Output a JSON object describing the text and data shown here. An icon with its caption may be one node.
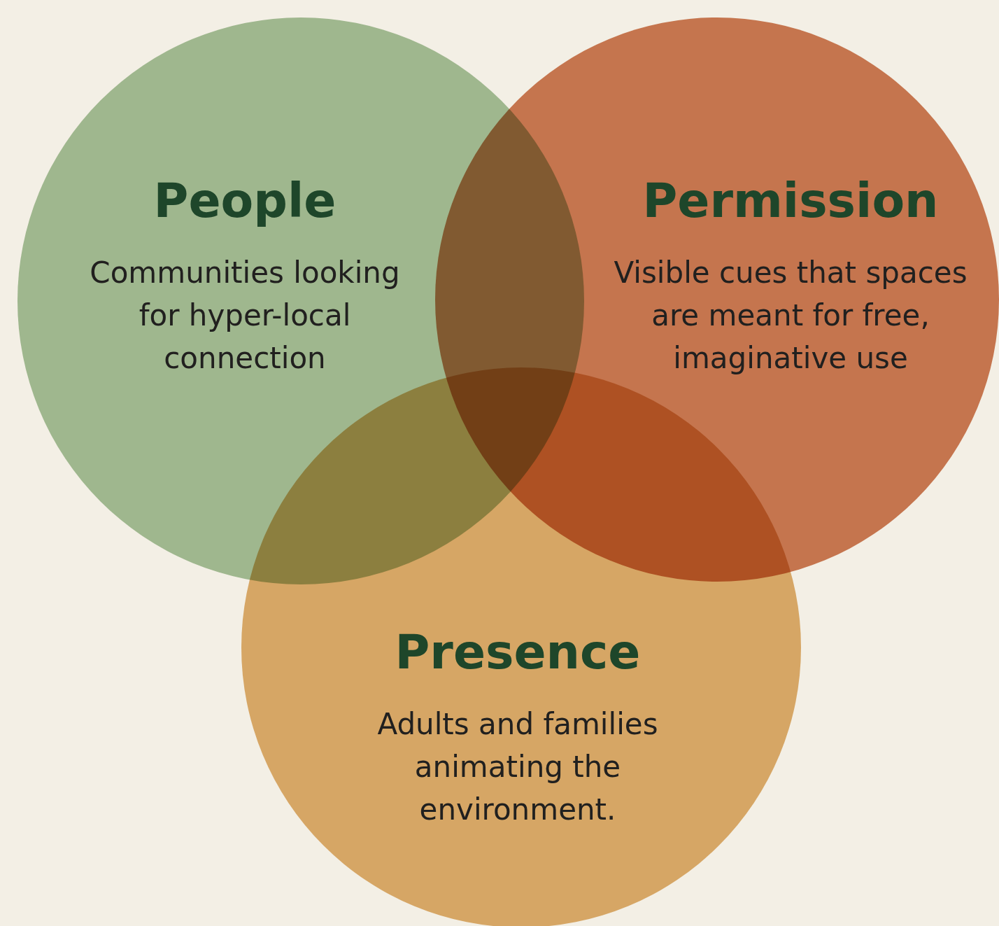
{
  "diagram": {
    "nodes": [
      {
        "text": [
          "People",
          "Communities looking for hyper-local connection"
        ]
      },
      {
        "text": [
          "Permission",
          "Visible cues that spaces are meant for free, imaginative use"
        ]
      },
      {
        "text": [
          "Presence",
          "Adults and families animating the environment."
        ]
      }
    ]
  }
}
